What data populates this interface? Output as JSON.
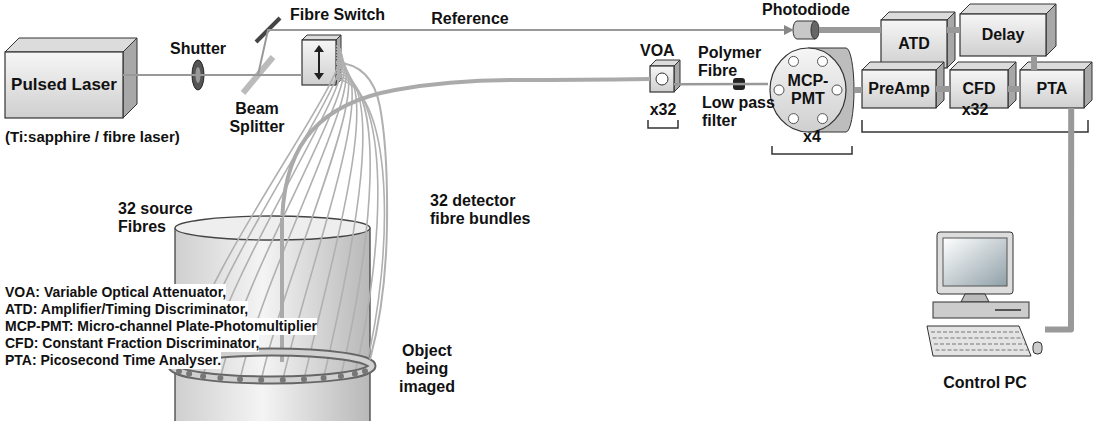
{
  "diagram": {
    "nodes": [
      {
        "text": [
          "Pulsed Laser"
        ]
      },
      {
        "text": [
          "Fibre Switch"
        ]
      },
      {
        "text": [
          "Photodiode"
        ]
      },
      {
        "text": [
          "ATD"
        ]
      },
      {
        "text": [
          "Delay"
        ]
      },
      {
        "text": [
          "VOA"
        ]
      },
      {
        "text": [
          "MCP- PMT"
        ]
      },
      {
        "text": [
          "PreAmp"
        ]
      },
      {
        "text": [
          "CFD"
        ]
      },
      {
        "text": [
          "PTA"
        ]
      },
      {
        "text": [
          "Control PC"
        ]
      },
      {
        "text": [
          "Object being imaged"
        ]
      }
    ],
    "edges": [
      {
        "from": 0,
        "to": 1,
        "arrow": "none"
      },
      {
        "from": 0,
        "to": 2,
        "arrow": "to",
        "label": "Reference"
      },
      {
        "from": 1,
        "to": 11,
        "arrow": "none"
      },
      {
        "from": 11,
        "to": 5,
        "arrow": "none"
      },
      {
        "from": 5,
        "to": 6,
        "arrow": "none"
      },
      {
        "from": 6,
        "to": 7,
        "arrow": "none"
      },
      {
        "from": 7,
        "to": 8,
        "arrow": "none"
      },
      {
        "from": 8,
        "to": 9,
        "arrow": "none"
      },
      {
        "from": 2,
        "to": 3,
        "arrow": "none"
      },
      {
        "from": 3,
        "to": 4,
        "arrow": "none"
      },
      {
        "from": 4,
        "to": 9,
        "arrow": "none"
      },
      {
        "from": 9,
        "to": 10,
        "arrow": "none"
      }
    ],
    "labels": [
      "Shutter",
      "Beam Splitter",
      "(Ti:sapphire / fibre laser)",
      "32 source Fibres",
      "32 detector fibre bundles",
      "Polymer Fibre",
      "Low pass filter",
      "x32",
      "x4",
      "x32",
      "VOA: Variable Optical Attenuator,",
      "ATD: Amplifier/Timing Discriminator,",
      "MCP-PMT: Micro-channel Plate-Photomultiplier",
      "CFD: Constant Fraction Discriminator,",
      "PTA: Picosecond Time Analyser."
    ]
  }
}
